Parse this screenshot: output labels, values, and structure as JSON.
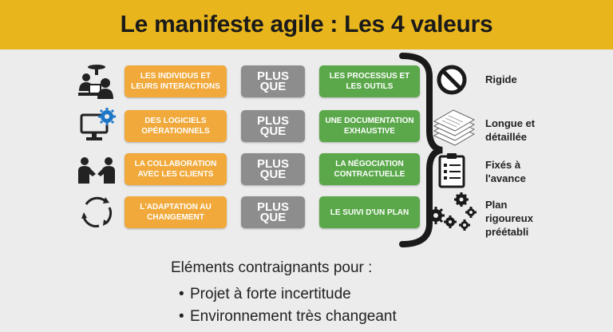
{
  "header": {
    "title": "Le manifeste agile : Les 4 valeurs"
  },
  "rows": [
    {
      "left": "LES INDIVIDUS ET LEURS INTERACTIONS",
      "middle": "PLUS QUE",
      "right": "LES PROCESSUS ET LES OUTILS",
      "icon": "people-meeting-icon"
    },
    {
      "left": "DES LOGICIELS OPÉRATIONNELS",
      "middle": "PLUS QUE",
      "right": "UNE DOCUMENTATION EXHAUSTIVE",
      "icon": "computer-gear-icon"
    },
    {
      "left": "LA COLLABORATION AVEC LES CLIENTS",
      "middle": "PLUS QUE",
      "right": "LA NÉGOCIATION CONTRACTUELLE",
      "icon": "handshake-icon"
    },
    {
      "left": "L'ADAPTATION AU CHANGEMENT",
      "middle": "PLUS QUE",
      "right": "LE SUIVI D'UN PLAN",
      "icon": "cycle-arrows-icon"
    }
  ],
  "side": [
    {
      "label": "Rigide",
      "icon": "prohibited-icon"
    },
    {
      "label": "Longue et détaillée",
      "icon": "document-stack-icon"
    },
    {
      "label": "Fixés à l'avance",
      "icon": "checklist-icon"
    },
    {
      "label": "Plan rigoureux préétabli",
      "icon": "gears-icon"
    }
  ],
  "footer": {
    "lead": "Eléments contraignants pour :",
    "bullets": [
      "Projet à forte incertitude",
      "Environnement très changeant"
    ]
  },
  "colors": {
    "header": "#e8b51c",
    "orange": "#f0a93a",
    "grey": "#8d8d8d",
    "green": "#5aa84a"
  }
}
